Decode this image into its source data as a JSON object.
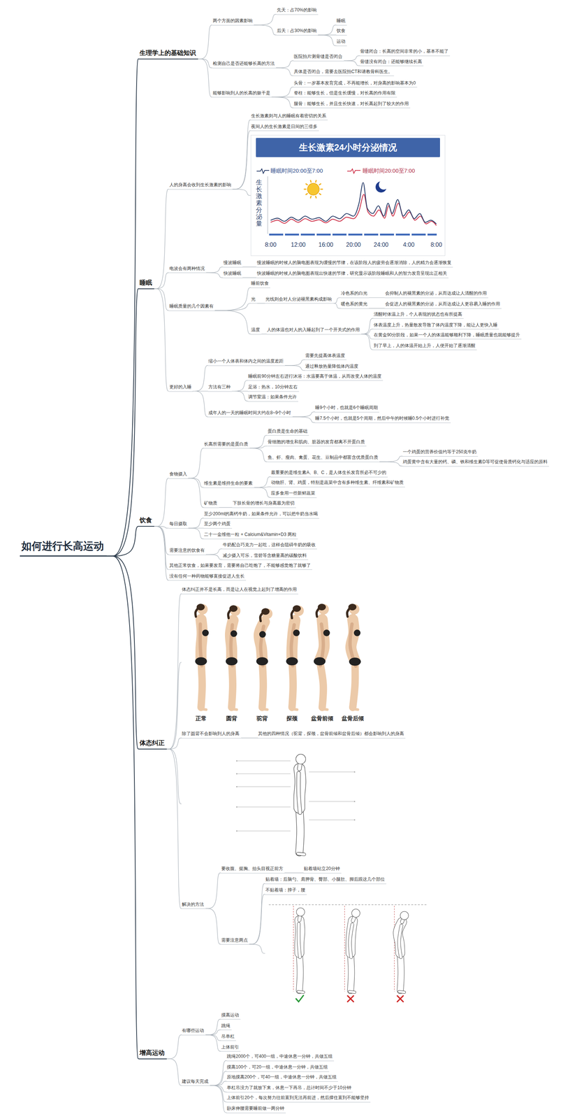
{
  "diagram": {
    "nodes": [
      {
        "text": [
          "如何进行长高运动"
        ]
      },
      {
        "text": [
          "生理学上的基础知识"
        ]
      },
      {
        "text": [
          "两个方面的因素影响"
        ]
      },
      {
        "text": [
          "先天：占70%的影响"
        ]
      },
      {
        "text": [
          "后天：占30%的影响"
        ]
      },
      {
        "text": [
          "睡眠"
        ]
      },
      {
        "text": [
          "饮食"
        ]
      },
      {
        "text": [
          "运动"
        ]
      },
      {
        "text": [
          "检测自己是否还能够长高的方法"
        ]
      },
      {
        "text": [
          "医院拍片测骨缝是否闭合"
        ]
      },
      {
        "text": [
          "骨缝闭合：长高的空间非常的小，基本不能了"
        ]
      },
      {
        "text": [
          "骨缝没有闭合：还能够继续长高"
        ]
      },
      {
        "text": [
          "具体是否闭合，需要去医院拍CT和请教骨科医生。"
        ]
      },
      {
        "text": [
          "能够影响到人的长高的躯干是"
        ]
      },
      {
        "text": [
          "头骨：一岁基本发育完成，不再能增长，对身高的影响基本为0"
        ]
      },
      {
        "text": [
          "脊柱：能够生长，但是生长缓慢，对长高的作用有限"
        ]
      },
      {
        "text": [
          "腿骨：能够生长，并且生长快速，对长高起到了较大的作用"
        ]
      },
      {
        "text": [
          "睡眠"
        ]
      },
      {
        "text": [
          "人的身高会收到生长激素的影响"
        ]
      },
      {
        "text": [
          "生长激素则与人的睡眠有着密切的关系"
        ]
      },
      {
        "text": [
          "夜间人的生长激素是日间的三倍多"
        ]
      },
      {
        "text": [
          "生长激素24小时分泌情况"
        ]
      },
      {
        "text": [
          "电波会有两种情况"
        ]
      },
      {
        "text": [
          "慢波睡眠"
        ]
      },
      {
        "text": [
          "慢波睡眠的时候人的脑电图表现为缓慢的节律，在该阶段人的疲劳会逐渐消除，人的精力会逐渐恢复"
        ]
      },
      {
        "text": [
          "快波睡眠"
        ]
      },
      {
        "text": [
          "快波睡眠的时候人的脑电图表现出快速的节律，研究显示该阶段睡眠和人的智力发育呈现出正相关"
        ]
      },
      {
        "text": [
          "睡眠质量的几个因素有"
        ]
      },
      {
        "text": [
          "睡前饮食"
        ]
      },
      {
        "text": [
          "光"
        ]
      },
      {
        "text": [
          "光线则会对人分泌褪黑素构成影响"
        ]
      },
      {
        "text": [
          "冷色系的白光"
        ]
      },
      {
        "text": [
          "会抑制人的褪黑素的分泌，从而达成让人清醒的作用"
        ]
      },
      {
        "text": [
          "暖色系的黄光"
        ]
      },
      {
        "text": [
          "会促进人的褪黑素的分泌，从而达成让人更容易入睡的作用"
        ]
      },
      {
        "text": [
          "温度"
        ]
      },
      {
        "text": [
          "人的体温也对人的入睡起到了一个开关式的作用"
        ]
      },
      {
        "text": [
          "清醒时体温上升，个人表现的状态也有所提高"
        ]
      },
      {
        "text": [
          "体表温度上升，热量散发导致了体内温度下降，能让人更快入睡"
        ]
      },
      {
        "text": [
          "在黄金90分阶段，如果一个人的体温能够顺利下降，睡眠质量也就能够提升"
        ]
      },
      {
        "text": [
          "到了早上，人的体温开始上升，人便开始了逐渐清醒"
        ]
      },
      {
        "text": [
          "更好的入睡"
        ]
      },
      {
        "text": [
          "缩小一个人体表和体内之间的温度差距"
        ]
      },
      {
        "text": [
          "需要先提高体表温度"
        ]
      },
      {
        "text": [
          "通过释放热量降低体内温度"
        ]
      },
      {
        "text": [
          "方法有三种"
        ]
      },
      {
        "text": [
          "睡眠前90分钟左右进行沐浴：水温要高于体温，从而改变人体的温度"
        ]
      },
      {
        "text": [
          "足浴：热水，10分钟左右"
        ]
      },
      {
        "text": [
          "调节室温：如果条件允许"
        ]
      },
      {
        "text": [
          "成年人的一天的睡眠时间大约在8~9个小时"
        ]
      },
      {
        "text": [
          "睡9个小时，也就是6个睡眠周期"
        ]
      },
      {
        "text": [
          "睡7.5个小时，也就是5个周期，然后中午的时候睡0.5个小时进行补觉"
        ]
      },
      {
        "text": [
          "饮食"
        ]
      },
      {
        "text": [
          "食物摄入"
        ]
      },
      {
        "text": [
          "长高所需要的是蛋白质"
        ]
      },
      {
        "text": [
          "蛋白质是生命的基础"
        ]
      },
      {
        "text": [
          "骨细胞的增生和肌肉、脏器的发育都离不开蛋白质"
        ]
      },
      {
        "text": [
          "鱼、虾、瘦肉、禽蛋、花生、豆制品中都富含优质蛋白质"
        ]
      },
      {
        "text": [
          "一个鸡蛋的营养价值约等于250克牛奶"
        ]
      },
      {
        "text": [
          "鸡蛋黄中含有大量的钙、磷、铁和维生素D等可促使骨质钙化与适应的原料"
        ]
      },
      {
        "text": [
          "维生素是维持生命的要素"
        ]
      },
      {
        "text": [
          "最重要的是维生素A、B、C，是人体生长发育所必不可少的"
        ]
      },
      {
        "text": [
          "动物肝、肾、鸡蛋，特别是蔬菜中含有多种维生素、纤维素和矿物质"
        ]
      },
      {
        "text": [
          "应多食用一些新鲜蔬菜"
        ]
      },
      {
        "text": [
          "矿物质"
        ]
      },
      {
        "text": [
          "下肢长骨的增长与身高最为密切"
        ]
      },
      {
        "text": [
          "每日摄取"
        ]
      },
      {
        "text": [
          "至少200ml的高钙牛奶，如果条件允许，可以把牛奶当水喝"
        ]
      },
      {
        "text": [
          "至少两个鸡蛋"
        ]
      },
      {
        "text": [
          "二十一金维他一粒 + Calcium&Vitamin+D3 两粒"
        ]
      },
      {
        "text": [
          "需要注意的饮食有"
        ]
      },
      {
        "text": [
          "牛奶配合巧克力一起吃，这样会阻碍牛奶的吸收"
        ]
      },
      {
        "text": [
          "减少摄入可乐，雪碧等含糖量高的碳酸饮料"
        ]
      },
      {
        "text": [
          "其他正常饮食，如果要发育，需要将自己吃饱了，不能够感觉饱了就够了"
        ]
      },
      {
        "text": [
          "没有任何一种药物能够直接促进人生长"
        ]
      },
      {
        "text": [
          "体态纠正"
        ]
      },
      {
        "text": [
          "体态纠正并不是长高，而是让人在视觉上起到了增高的作用"
        ]
      },
      {
        "text": [
          "正常",
          "圆背",
          "驼背",
          "探颈",
          "盆骨前倾",
          "盆骨后倾"
        ]
      },
      {
        "text": [
          "除了圆背不会影响到人的身高"
        ]
      },
      {
        "text": [
          "其他的四种情况（驼背，探颈，盆骨前倾和盆骨后倾）都会影响到人的身高"
        ]
      },
      {
        "text": [
          "解决的方法"
        ]
      },
      {
        "text": [
          "要收腹、挺胸、抬头目视正前方"
        ]
      },
      {
        "text": [
          "贴着墙站立20分钟"
        ]
      },
      {
        "text": [
          "需要注意两点"
        ]
      },
      {
        "text": [
          "贴着墙：后脑勺、肩胛骨、臀部、小腿肚、脚后跟这几个部位"
        ]
      },
      {
        "text": [
          "不贴着墙：脖子，腰"
        ]
      },
      {
        "text": [
          "增高运动"
        ]
      },
      {
        "text": [
          "有哪些运动"
        ]
      },
      {
        "text": [
          "摸高运动"
        ]
      },
      {
        "text": [
          "跳绳"
        ]
      },
      {
        "text": [
          "吊单杠"
        ]
      },
      {
        "text": [
          "上体前引"
        ]
      },
      {
        "text": [
          "建议每天完成"
        ]
      },
      {
        "text": [
          "跳绳2000个，可400一组，中途休息一分钟，共做五组"
        ]
      },
      {
        "text": [
          "摸高100个，可20一组，中途休息一分钟，共做五组"
        ]
      },
      {
        "text": [
          "原地摸高200个，可40一组，中途休息一分钟，共做五组"
        ]
      },
      {
        "text": [
          "单杠吊没力了就放下来，休息一下再吊，总计时间不少于10分钟"
        ]
      },
      {
        "text": [
          "上体前引20个，每次努力往前直到无法再前进，然后撑住直到不能够坚持"
        ]
      },
      {
        "text": [
          "卧床伸腰需要睡前做一两分钟"
        ]
      }
    ],
    "edges": [
      {
        "from": 0,
        "to": 1,
        "arrow": "none"
      },
      {
        "from": 1,
        "to": 2,
        "arrow": "none"
      },
      {
        "from": 2,
        "to": 3,
        "arrow": "none"
      },
      {
        "from": 2,
        "to": 4,
        "arrow": "none"
      },
      {
        "from": 4,
        "to": 5,
        "arrow": "none"
      },
      {
        "from": 4,
        "to": 6,
        "arrow": "none"
      },
      {
        "from": 4,
        "to": 7,
        "arrow": "none"
      },
      {
        "from": 1,
        "to": 8,
        "arrow": "none"
      },
      {
        "from": 8,
        "to": 9,
        "arrow": "none"
      },
      {
        "from": 9,
        "to": 10,
        "arrow": "none"
      },
      {
        "from": 9,
        "to": 11,
        "arrow": "none"
      },
      {
        "from": 8,
        "to": 12,
        "arrow": "none"
      },
      {
        "from": 1,
        "to": 13,
        "arrow": "none"
      },
      {
        "from": 13,
        "to": 14,
        "arrow": "none"
      },
      {
        "from": 13,
        "to": 15,
        "arrow": "none"
      },
      {
        "from": 13,
        "to": 16,
        "arrow": "none"
      },
      {
        "from": 0,
        "to": 17,
        "arrow": "none"
      },
      {
        "from": 17,
        "to": 18,
        "arrow": "none"
      },
      {
        "from": 18,
        "to": 19,
        "arrow": "none"
      },
      {
        "from": 18,
        "to": 20,
        "arrow": "none"
      },
      {
        "from": 18,
        "to": 21,
        "arrow": "none"
      },
      {
        "from": 17,
        "to": 22,
        "arrow": "none"
      },
      {
        "from": 22,
        "to": 23,
        "arrow": "none"
      },
      {
        "from": 23,
        "to": 24,
        "arrow": "none"
      },
      {
        "from": 22,
        "to": 25,
        "arrow": "none"
      },
      {
        "from": 25,
        "to": 26,
        "arrow": "none"
      },
      {
        "from": 17,
        "to": 27,
        "arrow": "none"
      },
      {
        "from": 27,
        "to": 28,
        "arrow": "none"
      },
      {
        "from": 27,
        "to": 29,
        "arrow": "none"
      },
      {
        "from": 29,
        "to": 30,
        "arrow": "none"
      },
      {
        "from": 30,
        "to": 31,
        "arrow": "none"
      },
      {
        "from": 31,
        "to": 32,
        "arrow": "none"
      },
      {
        "from": 30,
        "to": 33,
        "arrow": "none"
      },
      {
        "from": 33,
        "to": 34,
        "arrow": "none"
      },
      {
        "from": 27,
        "to": 35,
        "arrow": "none"
      },
      {
        "from": 35,
        "to": 36,
        "arrow": "none"
      },
      {
        "from": 36,
        "to": 37,
        "arrow": "none"
      },
      {
        "from": 36,
        "to": 38,
        "arrow": "none"
      },
      {
        "from": 36,
        "to": 39,
        "arrow": "none"
      },
      {
        "from": 36,
        "to": 40,
        "arrow": "none"
      },
      {
        "from": 17,
        "to": 41,
        "arrow": "none"
      },
      {
        "from": 41,
        "to": 42,
        "arrow": "none"
      },
      {
        "from": 42,
        "to": 43,
        "arrow": "none"
      },
      {
        "from": 42,
        "to": 44,
        "arrow": "none"
      },
      {
        "from": 41,
        "to": 45,
        "arrow": "none"
      },
      {
        "from": 45,
        "to": 46,
        "arrow": "none"
      },
      {
        "from": 45,
        "to": 47,
        "arrow": "none"
      },
      {
        "from": 45,
        "to": 48,
        "arrow": "none"
      },
      {
        "from": 41,
        "to": 49,
        "arrow": "none"
      },
      {
        "from": 49,
        "to": 50,
        "arrow": "none"
      },
      {
        "from": 49,
        "to": 51,
        "arrow": "none"
      },
      {
        "from": 0,
        "to": 52,
        "arrow": "none"
      },
      {
        "from": 52,
        "to": 53,
        "arrow": "none"
      },
      {
        "from": 53,
        "to": 54,
        "arrow": "none"
      },
      {
        "from": 54,
        "to": 55,
        "arrow": "none"
      },
      {
        "from": 54,
        "to": 56,
        "arrow": "none"
      },
      {
        "from": 54,
        "to": 57,
        "arrow": "none"
      },
      {
        "from": 57,
        "to": 58,
        "arrow": "none"
      },
      {
        "from": 57,
        "to": 59,
        "arrow": "none"
      },
      {
        "from": 53,
        "to": 60,
        "arrow": "none"
      },
      {
        "from": 60,
        "to": 61,
        "arrow": "none"
      },
      {
        "from": 60,
        "to": 62,
        "arrow": "none"
      },
      {
        "from": 60,
        "to": 63,
        "arrow": "none"
      },
      {
        "from": 53,
        "to": 64,
        "arrow": "none"
      },
      {
        "from": 64,
        "to": 65,
        "arrow": "none"
      },
      {
        "from": 52,
        "to": 66,
        "arrow": "none"
      },
      {
        "from": 66,
        "to": 67,
        "arrow": "none"
      },
      {
        "from": 66,
        "to": 68,
        "arrow": "none"
      },
      {
        "from": 66,
        "to": 69,
        "arrow": "none"
      },
      {
        "from": 52,
        "to": 70,
        "arrow": "none"
      },
      {
        "from": 70,
        "to": 71,
        "arrow": "none"
      },
      {
        "from": 70,
        "to": 72,
        "arrow": "none"
      },
      {
        "from": 52,
        "to": 73,
        "arrow": "none"
      },
      {
        "from": 52,
        "to": 74,
        "arrow": "none"
      },
      {
        "from": 0,
        "to": 75,
        "arrow": "none"
      },
      {
        "from": 75,
        "to": 76,
        "arrow": "none"
      },
      {
        "from": 75,
        "to": 77,
        "arrow": "none"
      },
      {
        "from": 75,
        "to": 78,
        "arrow": "none"
      },
      {
        "from": 78,
        "to": 79,
        "arrow": "none"
      },
      {
        "from": 75,
        "to": 80,
        "arrow": "none"
      },
      {
        "from": 80,
        "to": 81,
        "arrow": "none"
      },
      {
        "from": 81,
        "to": 82,
        "arrow": "none"
      },
      {
        "from": 80,
        "to": 83,
        "arrow": "none"
      },
      {
        "from": 83,
        "to": 84,
        "arrow": "none"
      },
      {
        "from": 83,
        "to": 85,
        "arrow": "none"
      },
      {
        "from": 0,
        "to": 86,
        "arrow": "none"
      },
      {
        "from": 86,
        "to": 87,
        "arrow": "none"
      },
      {
        "from": 87,
        "to": 88,
        "arrow": "none"
      },
      {
        "from": 87,
        "to": 89,
        "arrow": "none"
      },
      {
        "from": 87,
        "to": 90,
        "arrow": "none"
      },
      {
        "from": 87,
        "to": 91,
        "arrow": "none"
      },
      {
        "from": 86,
        "to": 92,
        "arrow": "none"
      },
      {
        "from": 92,
        "to": 93,
        "arrow": "none"
      },
      {
        "from": 92,
        "to": 94,
        "arrow": "none"
      },
      {
        "from": 92,
        "to": 95,
        "arrow": "none"
      },
      {
        "from": 92,
        "to": 96,
        "arrow": "none"
      },
      {
        "from": 92,
        "to": 97,
        "arrow": "none"
      },
      {
        "from": 92,
        "to": 98,
        "arrow": "none"
      }
    ],
    "labels": [
      "生长激素分泌量",
      "8:00",
      "12:00",
      "16:00",
      "20:00",
      "24:00",
      "4:00",
      "8:00"
    ],
    "legend": [
      {
        "text": "睡眠时间20:00至7:00"
      },
      {
        "text": "睡眠时间20:00至7:00"
      }
    ]
  }
}
